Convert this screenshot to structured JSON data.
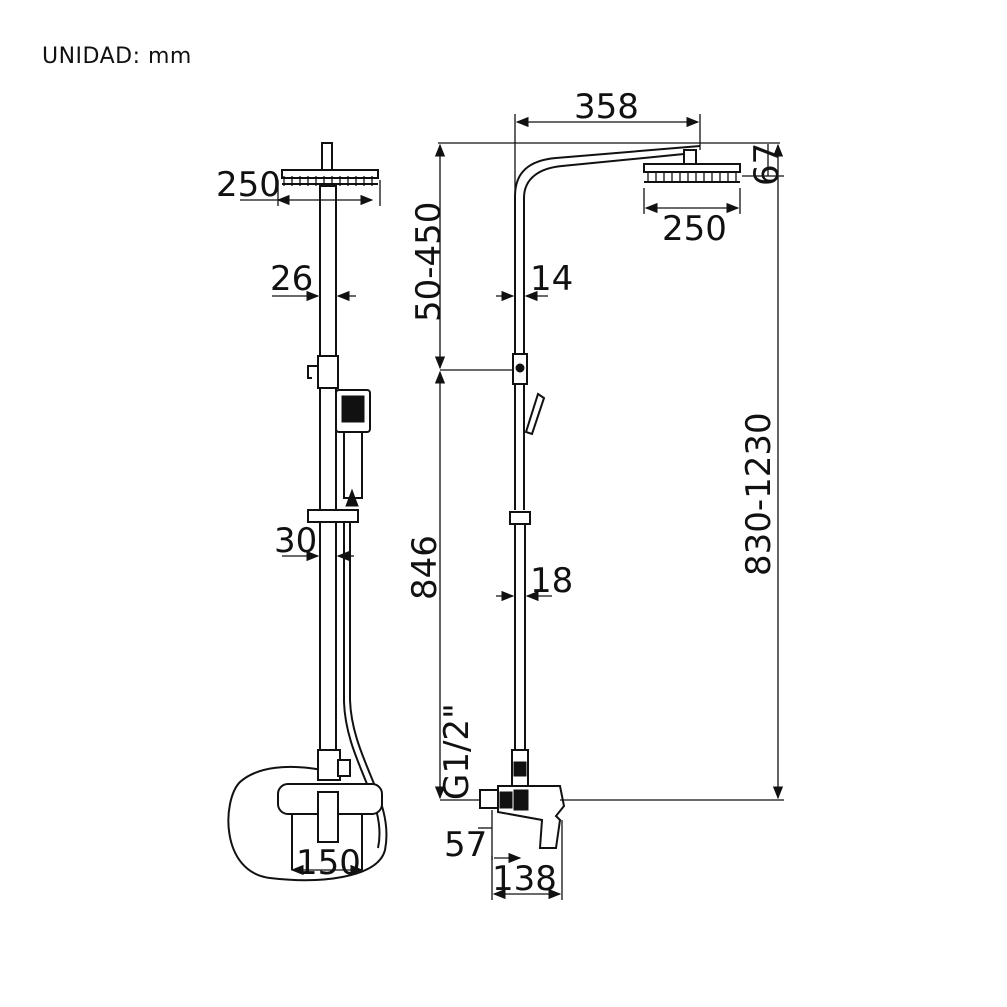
{
  "unit_label": "UNIDAD: mm",
  "front_view": {
    "head_width": "250",
    "upper_pipe": "26",
    "lower_pipe": "30",
    "mixer_width": "150"
  },
  "side_view": {
    "arm_reach": "358",
    "head_height": "67",
    "head_width": "250",
    "adjust_range": "50-450",
    "upper_pipe": "14",
    "lower_pipe": "18",
    "lower_height": "846",
    "total_height": "830-1230",
    "inlet": "G1/2\"",
    "wall_offset": "57",
    "mixer_depth": "138"
  },
  "colors": {
    "line": "#111111",
    "background": "#ffffff"
  }
}
